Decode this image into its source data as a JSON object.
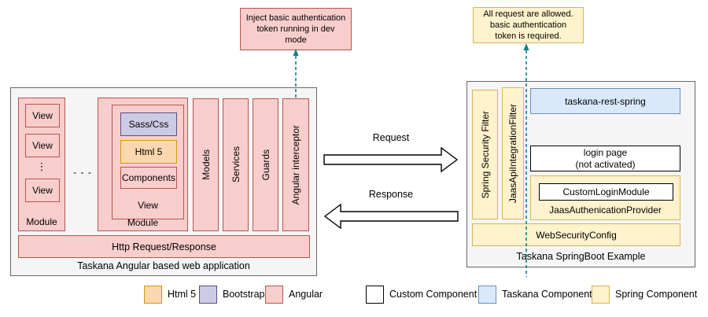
{
  "diagram": {
    "left_note": "Inject basic authentication\ntoken running in dev\nmode",
    "right_note": "All request are allowed.\nbasic authentication\ntoken is required.",
    "request_label": "Request",
    "response_label": "Response"
  },
  "angular_app": {
    "title": "Taskana Angular based web application",
    "module1": {
      "label": "Module",
      "views": [
        "View",
        "View",
        "View"
      ],
      "vdots": "⋮"
    },
    "modules_ellipsis": "- - -",
    "module2": {
      "label": "Module",
      "view": {
        "label": "View",
        "children": [
          "Sass/Css",
          "Html 5",
          "Components"
        ]
      }
    },
    "bars": [
      "Models",
      "Services",
      "Guards",
      "Angular interceptor"
    ],
    "http_bar": "Http Request/Response"
  },
  "springboot_app": {
    "title": "Taskana SpringBoot Example",
    "filters": [
      "Spring Security Filter",
      "JaasApiIntegrationFilter"
    ],
    "taskana_rest": "taskana-rest-spring",
    "login_page": "login page\n(not activated)",
    "provider": {
      "label": "JaasAuthenicationProvider",
      "inner": "CustomLoginModule"
    },
    "web_security": "WebSecurityConfig"
  },
  "legend": {
    "items": [
      {
        "label": "Html 5",
        "fill": "#fad7ac",
        "stroke": "#d79b00"
      },
      {
        "label": "Bootstrap",
        "fill": "#cdcae6",
        "stroke": "#56517e"
      },
      {
        "label": "Angular",
        "fill": "#f8cecc",
        "stroke": "#b85450"
      },
      {
        "label": "Custom Component",
        "fill": "#ffffff",
        "stroke": "#000000"
      },
      {
        "label": "Taskana Component",
        "fill": "#dae8fc",
        "stroke": "#6c8ebf"
      },
      {
        "label": "Spring Component",
        "fill": "#fff2cc",
        "stroke": "#d6b656"
      }
    ]
  },
  "colors": {
    "teal_connector": "#0e7f8a",
    "container_border": "#666666",
    "container_fill": "#f5f5f5"
  }
}
